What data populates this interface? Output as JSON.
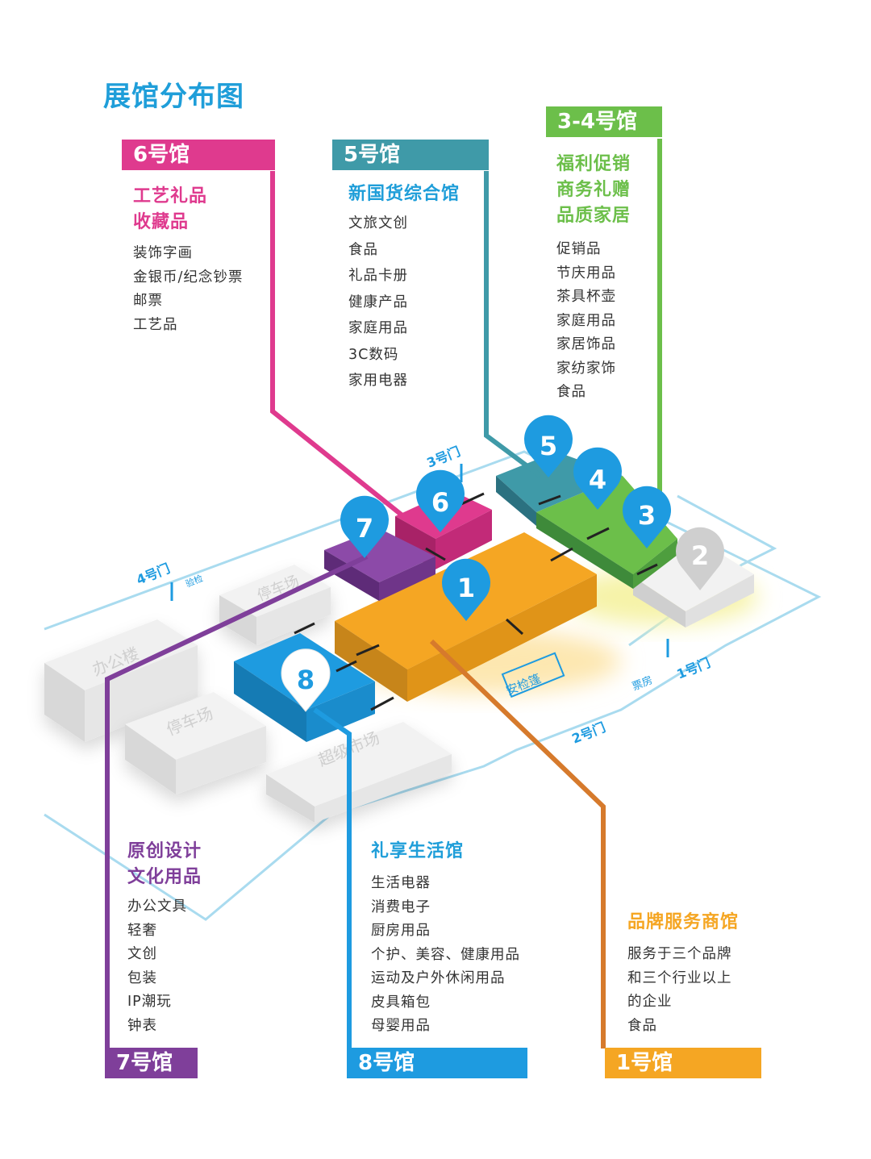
{
  "title": "展馆分布图",
  "colors": {
    "title": "#1f9ed9",
    "hall1": "#f5a623",
    "hall2": "#cfcfcf",
    "hall3": "#6cbf4a",
    "hall4": "#5fb447",
    "hall5": "#3f9aa8",
    "hall6": "#df3a8e",
    "hall7": "#7f3f9a",
    "hall8": "#1e9be0"
  },
  "halls": {
    "h6": {
      "tab": "6号馆",
      "categories": [
        "工艺礼品",
        "收藏品"
      ],
      "items": [
        "装饰字画",
        "金银币/纪念钞票",
        "邮票",
        "工艺品"
      ]
    },
    "h5": {
      "tab": "5号馆",
      "categories": [
        "新国货综合馆"
      ],
      "items": [
        "文旅文创",
        "食品",
        "礼品卡册",
        "健康产品",
        "家庭用品",
        "3C数码",
        "家用电器"
      ]
    },
    "h34": {
      "tab": "3-4号馆",
      "categories": [
        "福利促销",
        "商务礼赠",
        "品质家居"
      ],
      "items": [
        "促销品",
        "节庆用品",
        "茶具杯壶",
        "家庭用品",
        "家居饰品",
        "家纺家饰",
        "食品"
      ]
    },
    "h7": {
      "tab": "7号馆",
      "categories": [
        "原创设计",
        "文化用品"
      ],
      "items": [
        "办公文具",
        "轻奢",
        "文创",
        "包装",
        "IP潮玩",
        "钟表"
      ]
    },
    "h8": {
      "tab": "8号馆",
      "categories": [
        "礼享生活馆"
      ],
      "items": [
        "生活电器",
        "消费电子",
        "厨房用品",
        "个护、美容、健康用品",
        "运动及户外休闲用品",
        "皮具箱包",
        "母婴用品"
      ]
    },
    "h1": {
      "tab": "1号馆",
      "categories": [
        "品牌服务商馆"
      ],
      "items": [
        "服务于三个品牌",
        "和三个行业以上",
        "的企业",
        "食品"
      ]
    }
  },
  "map": {
    "pins": [
      "1",
      "2",
      "3",
      "4",
      "5",
      "6",
      "7",
      "8"
    ],
    "gates": {
      "g1": "1号门",
      "g2": "2号门",
      "g3": "3号门",
      "g4": "4号门"
    },
    "buildings": {
      "office": "办公楼",
      "parking1": "停车场",
      "parking2": "停车场",
      "supermarket": "超级市场"
    },
    "labels": {
      "security": "安检篷",
      "ticket": "票房",
      "check": "验检"
    }
  }
}
